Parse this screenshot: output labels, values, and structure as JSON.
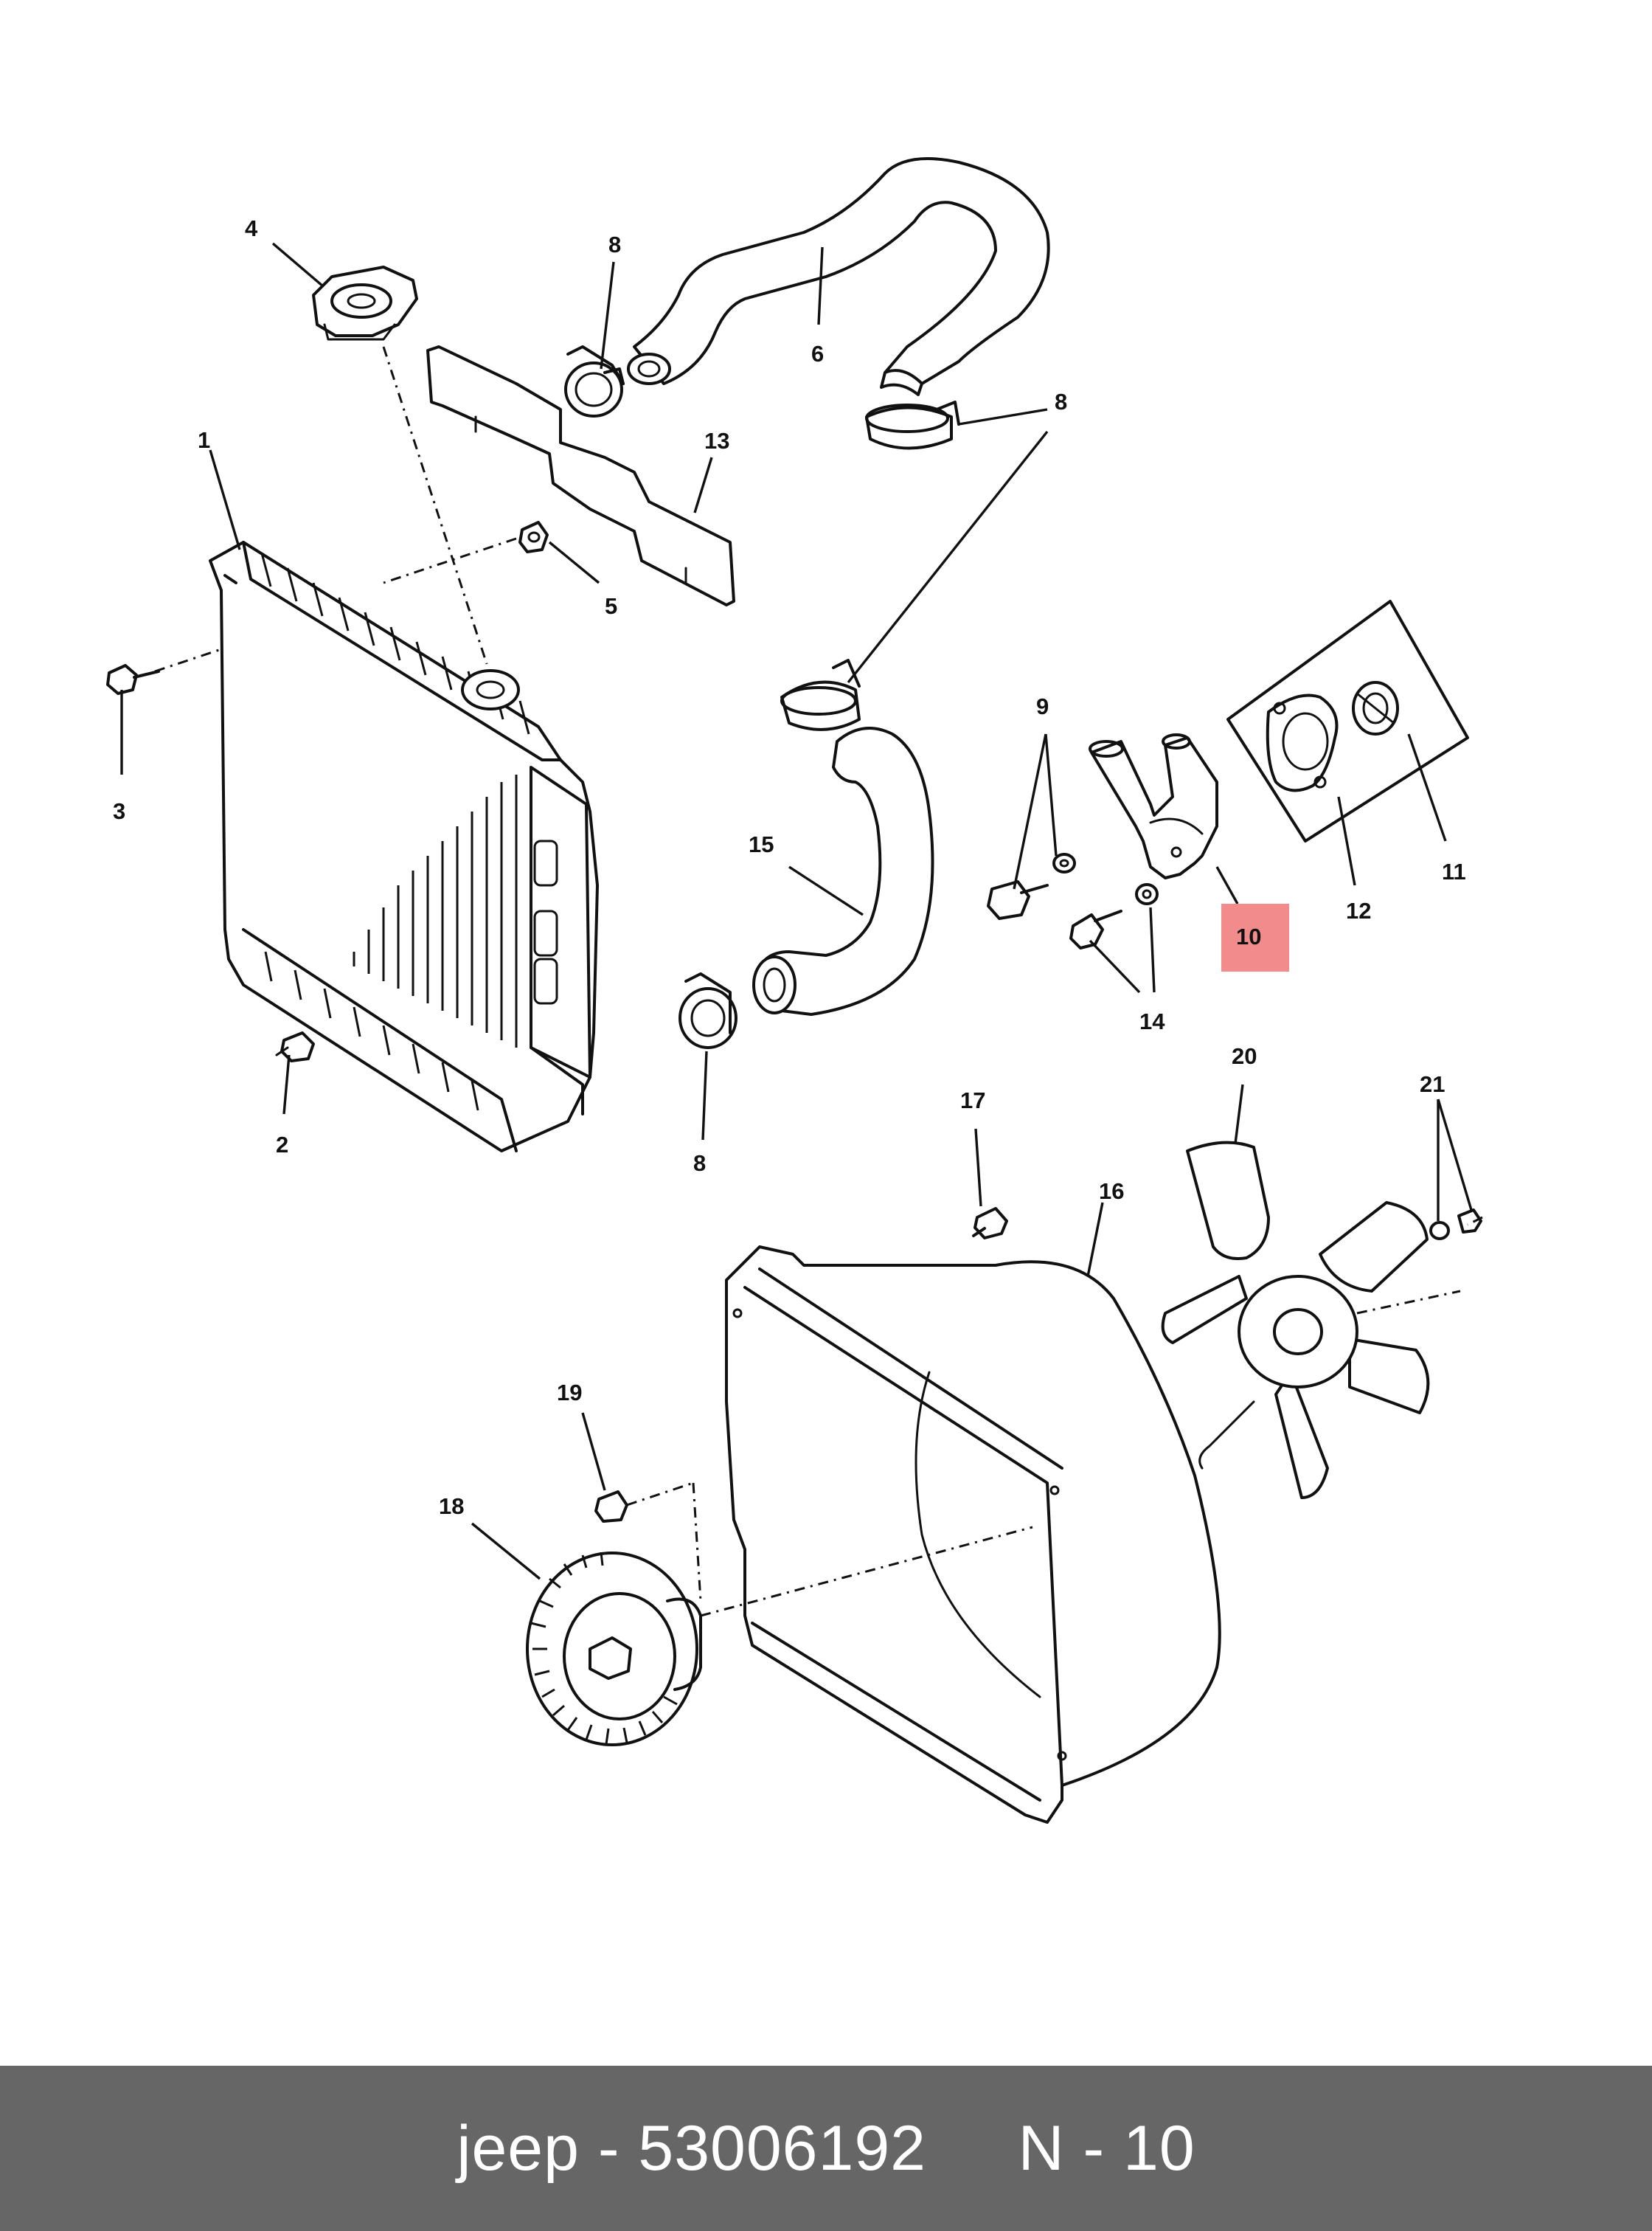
{
  "highlight_color": "#f28b8b",
  "caption": {
    "text": "jeep - 53006192     N - 10",
    "background": "#666666",
    "color": "#ffffff"
  },
  "callouts": {
    "c1": "1",
    "c2": "2",
    "c3": "3",
    "c4": "4",
    "c5": "5",
    "c6": "6",
    "c8a": "8",
    "c8b": "8",
    "c8c": "8",
    "c9": "9",
    "c10": "10",
    "c11": "11",
    "c12": "12",
    "c13": "13",
    "c14": "14",
    "c15": "15",
    "c16": "16",
    "c17": "17",
    "c18": "18",
    "c19": "19",
    "c20": "20",
    "c21": "21"
  },
  "highlighted_part": "10"
}
